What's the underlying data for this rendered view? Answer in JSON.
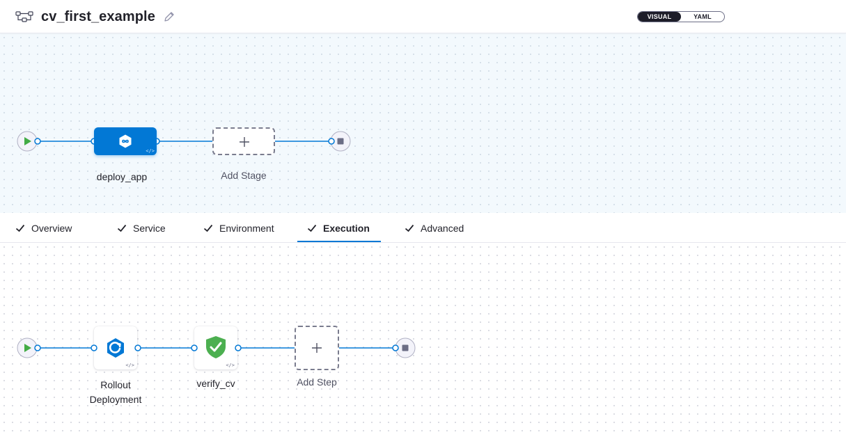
{
  "header": {
    "title": "cv_first_example",
    "icons": {
      "pipeline": "pipeline-icon",
      "edit": "pencil-icon"
    },
    "view_toggle": {
      "visual": "VISUAL",
      "yaml": "YAML",
      "selected": "VISUAL"
    }
  },
  "stages": {
    "items": [
      {
        "label": "deploy_app",
        "icon": "deployment-stage-icon"
      }
    ],
    "add_label": "Add Stage"
  },
  "tabs": [
    {
      "label": "Overview",
      "checked": true
    },
    {
      "label": "Service",
      "checked": true
    },
    {
      "label": "Environment",
      "checked": true
    },
    {
      "label": "Execution",
      "checked": true,
      "active": true
    },
    {
      "label": "Advanced",
      "checked": true
    }
  ],
  "steps": {
    "items": [
      {
        "label_line1": "Rollout",
        "label_line2": "Deployment",
        "icon": "rollout-icon"
      },
      {
        "label": "verify_cv",
        "icon": "verify-shield-icon"
      }
    ],
    "add_label": "Add Step"
  },
  "colors": {
    "accent": "#0278d5",
    "start_green": "#42ab45",
    "verify_green": "#4caf50",
    "end_gray": "#6b6d85"
  }
}
